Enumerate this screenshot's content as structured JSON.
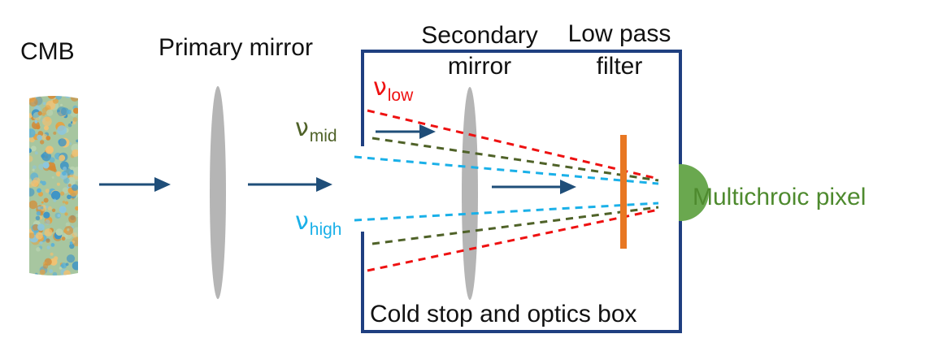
{
  "labels": {
    "cmb": "CMB",
    "primary_mirror": "Primary mirror",
    "secondary_mirror_line1": "Secondary",
    "secondary_mirror_line2": "mirror",
    "low_pass_filter_line1": "Low pass",
    "low_pass_filter_line2": "filter",
    "multichroic_pixel": "Multichroic pixel",
    "cold_stop_box": "Cold stop and optics box"
  },
  "frequency_labels": {
    "symbol": "ν",
    "low": "low",
    "mid": "mid",
    "high": "high"
  },
  "colors": {
    "arrow_navy": "#1f4e79",
    "box_border": "#1f3f80",
    "mirror_gray": "#b5b5b5",
    "filter_orange": "#e87722",
    "pixel_green": "#6aa84f",
    "pixel_label_green": "#4e8a2e",
    "nu_low_red": "#ee1111",
    "nu_mid_olive": "#4f6228",
    "nu_high_cyan": "#1ab0e8",
    "cmb_blue": "#5ab0d8",
    "cmb_orange": "#e4a244"
  }
}
